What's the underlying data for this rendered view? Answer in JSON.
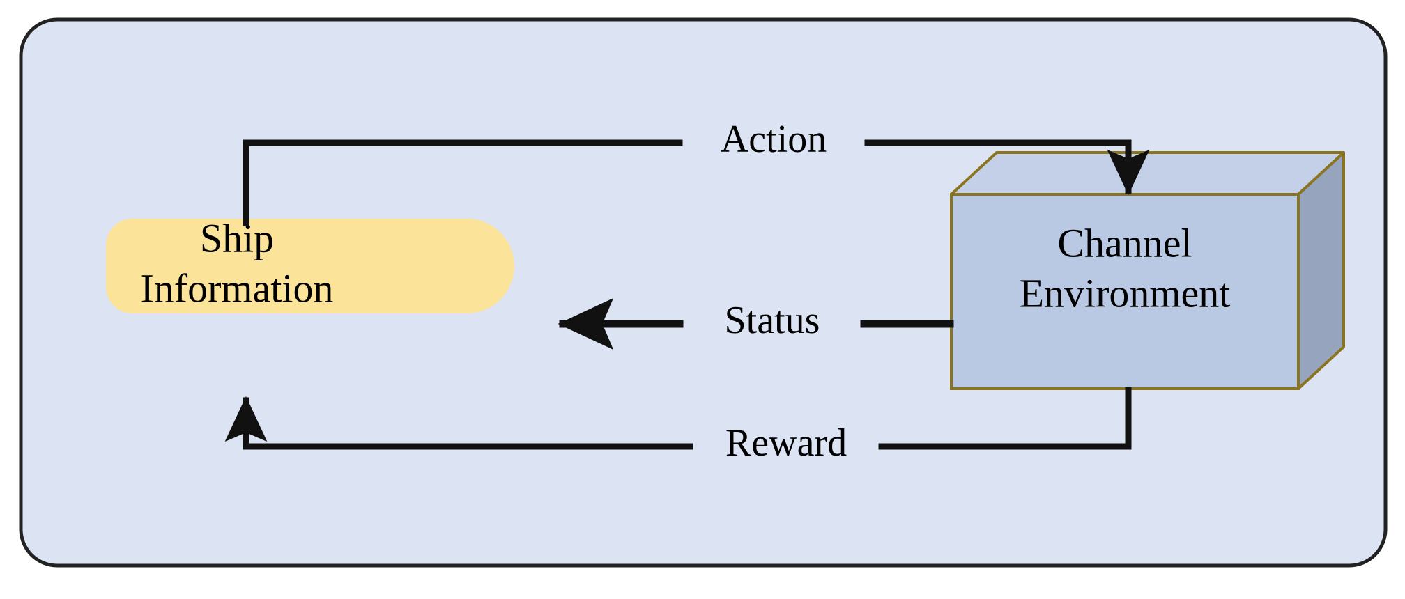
{
  "figure": {
    "title": "Reinforcement learning interaction loop between ship information agent and channel environment",
    "background_color": "#dce3f2",
    "border_color": "#222222",
    "canvas_color": "#ffffff"
  },
  "nodes": [
    {
      "id": "agent",
      "name": "ship-information-node",
      "line1": "Ship",
      "line2": "Information",
      "shape": "rounded-stadium",
      "fill": "#fce39a",
      "stroke": "none"
    },
    {
      "id": "environment",
      "name": "channel-environment-node",
      "line1": "Channel",
      "line2": "Environment",
      "shape": "3d-cuboid",
      "fill_front": "#b9c8e3",
      "fill_top": "#c3d0e8",
      "fill_side": "#96a5bd",
      "stroke": "#8a7420"
    }
  ],
  "edges": [
    {
      "id": "action",
      "name": "edge-action",
      "label": "Action",
      "from": "agent",
      "to": "environment",
      "direction": "down-into-environment-top",
      "stroke": "#111111"
    },
    {
      "id": "status",
      "name": "edge-status",
      "label": "Status",
      "from": "environment",
      "to": "agent",
      "direction": "left-into-agent",
      "stroke": "#111111"
    },
    {
      "id": "reward",
      "name": "edge-reward",
      "label": "Reward",
      "from": "environment",
      "to": "agent",
      "direction": "up-into-agent-bottom",
      "stroke": "#111111"
    }
  ]
}
